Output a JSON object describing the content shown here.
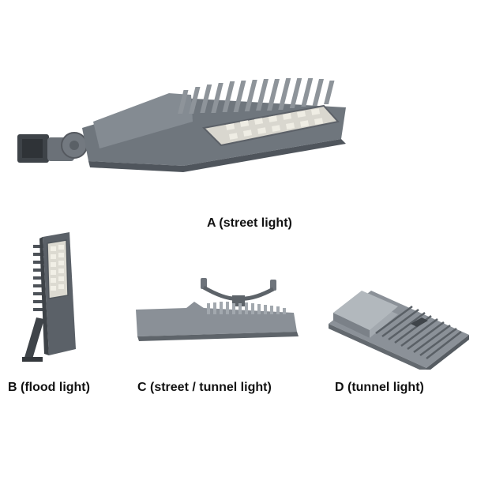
{
  "captions": {
    "a": "A (street light)",
    "b": "B (flood light)",
    "c": "C (street / tunnel light)",
    "d": "D (tunnel light)"
  },
  "colors": {
    "housing": "#7a8189",
    "housing_dark": "#4f555c",
    "fin": "#9aa0a6",
    "led": "#e9e7de"
  }
}
